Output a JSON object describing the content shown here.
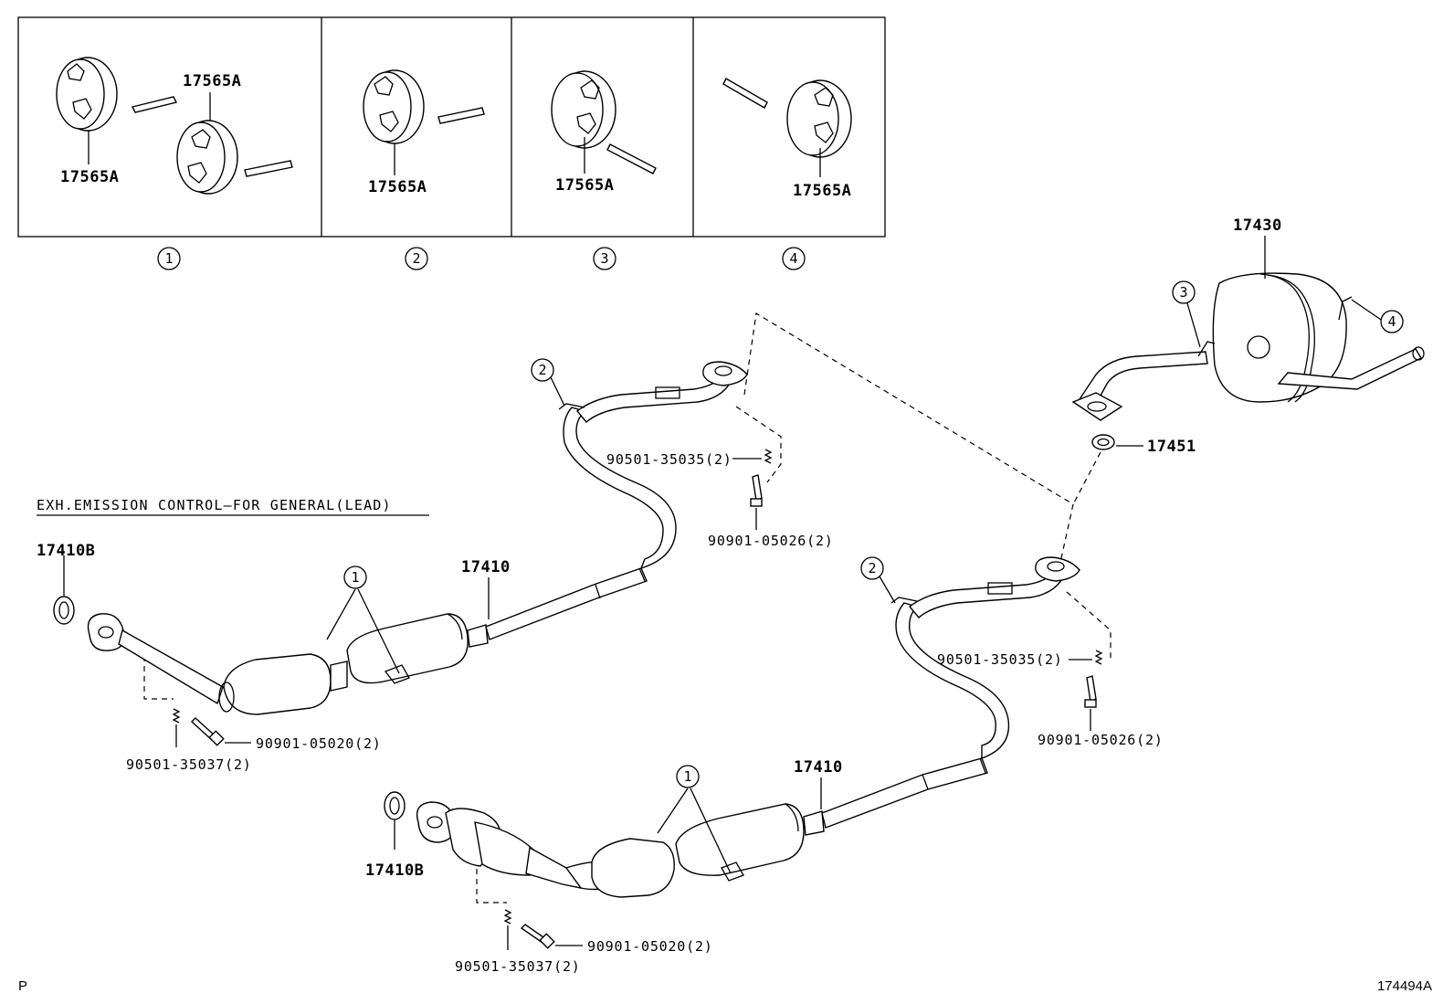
{
  "title": "EXH.EMISSION CONTROL—FOR GENERAL(LEAD)",
  "corner_left": "P",
  "illustration_id": "174494A",
  "insets": [
    {
      "num": "1",
      "labels": [
        "17565A",
        "17565A"
      ]
    },
    {
      "num": "2",
      "labels": [
        "17565A"
      ]
    },
    {
      "num": "3",
      "labels": [
        "17565A"
      ]
    },
    {
      "num": "4",
      "labels": [
        "17565A"
      ]
    }
  ],
  "parts": {
    "muffler": "17430",
    "gasket_rear": "17451",
    "front_pipe_1": "17410",
    "front_pipe_2": "17410",
    "gasket_front_1": "17410B",
    "gasket_front_2": "17410B",
    "spring_upper_1": "90501-35035(2)",
    "bolt_upper_1": "90901-05026(2)",
    "spring_upper_2": "90501-35035(2)",
    "bolt_upper_2": "90901-05026(2)",
    "bolt_lower_1": "90901-05020(2)",
    "spring_lower_1": "90501-35037(2)",
    "bolt_lower_2": "90901-05020(2)",
    "spring_lower_2": "90501-35037(2)"
  },
  "callouts": {
    "c3_muffler": "3",
    "c4_muffler": "4",
    "c2_pipe1": "2",
    "c2_pipe2": "2",
    "c1_pipe1": "1",
    "c1_pipe2": "1"
  }
}
